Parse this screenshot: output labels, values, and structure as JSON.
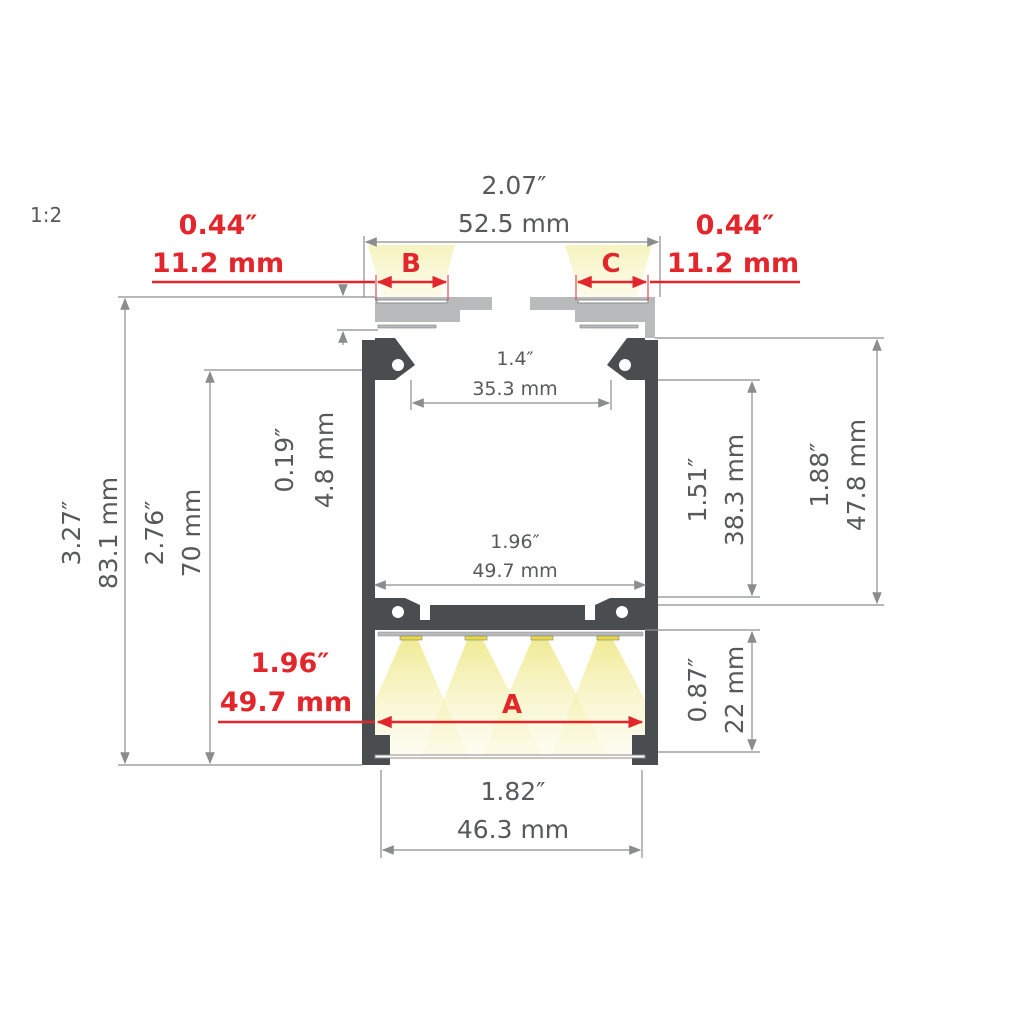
{
  "scale": "1:2",
  "colors": {
    "profile_dark": "#4a4d4f",
    "profile_light": "#b8babb",
    "accent_red": "#e3262b",
    "dimension_gray": "#58595b",
    "light_beam": "#f3f0b0"
  },
  "dimensions": {
    "overall_width": {
      "inch": "2.07″",
      "mm": "52.5 mm"
    },
    "lens_b": {
      "inch": "0.44″",
      "mm": "11.2 mm",
      "label": "B"
    },
    "lens_c": {
      "inch": "0.44″",
      "mm": "11.2 mm",
      "label": "C"
    },
    "inner_top_width": {
      "inch": "1.4″",
      "mm": "35.3 mm"
    },
    "inner_width": {
      "inch": "1.96″",
      "mm": "49.7 mm"
    },
    "lens_a": {
      "inch": "1.96″",
      "mm": "49.7 mm",
      "label": "A"
    },
    "bottom_width": {
      "inch": "1.82″",
      "mm": "46.3 mm"
    },
    "overall_height": {
      "inch": "3.27″",
      "mm": "83.1 mm"
    },
    "body_height": {
      "inch": "2.76″",
      "mm": "70 mm"
    },
    "top_lens_depth": {
      "inch": "0.19″",
      "mm": "4.8 mm"
    },
    "upper_chamber": {
      "inch": "1.51″",
      "mm": "38.3 mm"
    },
    "upper_total": {
      "inch": "1.88″",
      "mm": "47.8 mm"
    },
    "lower_chamber": {
      "inch": "0.87″",
      "mm": "22 mm"
    }
  }
}
